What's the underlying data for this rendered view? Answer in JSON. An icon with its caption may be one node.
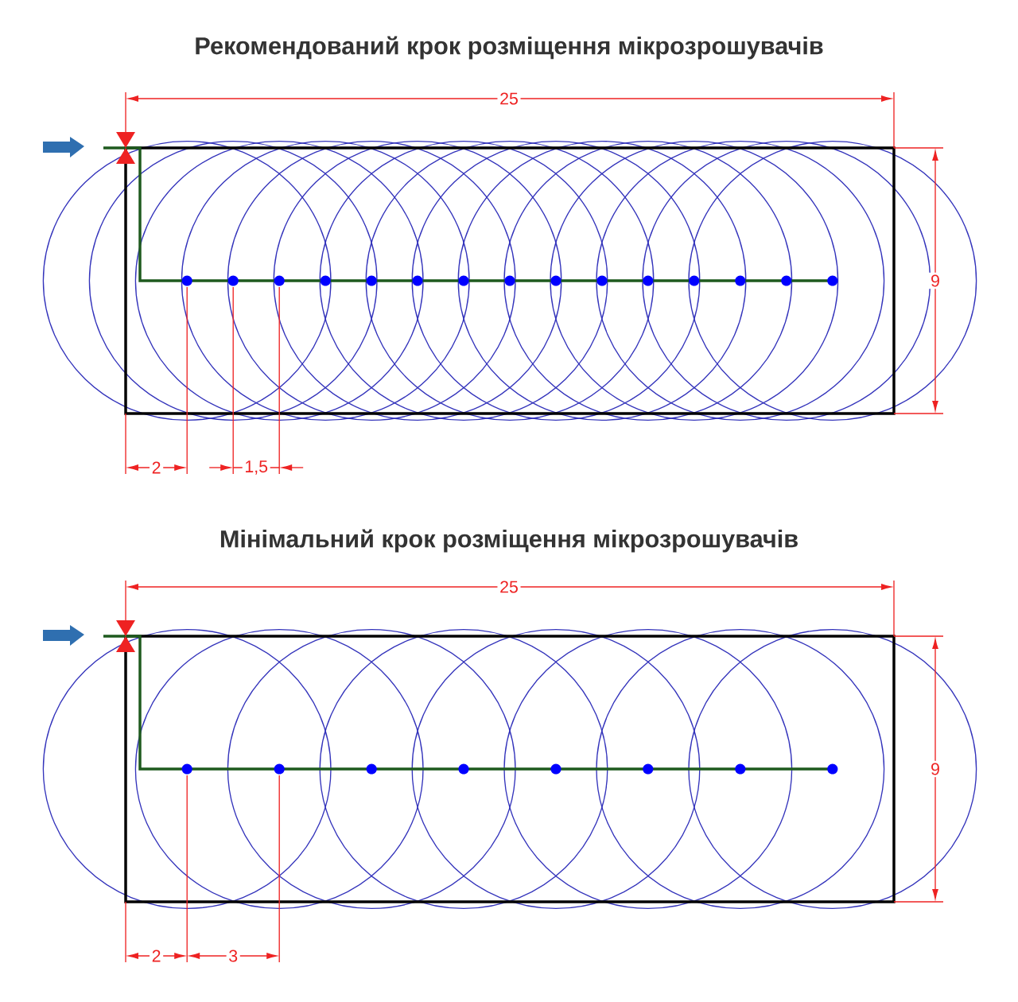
{
  "diagram": {
    "labels": [
      "Рекомендований крок розміщення мікрозрошувачів",
      "25",
      "9",
      "2",
      "1,5",
      "Мінімальний крок розміщення мікрозрошувачів",
      "25",
      "9",
      "2",
      "3"
    ]
  }
}
